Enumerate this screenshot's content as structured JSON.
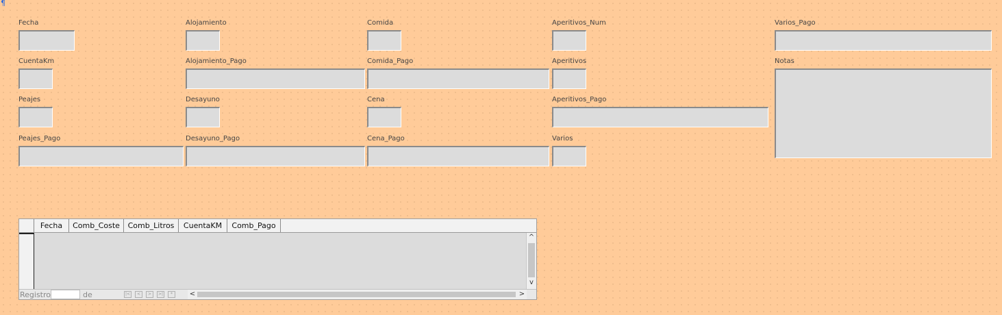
{
  "form": {
    "fields": {
      "fecha": {
        "label": "Fecha",
        "value": ""
      },
      "alojamiento": {
        "label": "Alojamiento",
        "value": ""
      },
      "comida": {
        "label": "Comida",
        "value": ""
      },
      "aperitivos_num": {
        "label": "Aperitivos_Num",
        "value": ""
      },
      "varios_pago": {
        "label": "Varios_Pago",
        "value": ""
      },
      "cuentakm": {
        "label": "CuentaKm",
        "value": ""
      },
      "alojamiento_pago": {
        "label": "Alojamiento_Pago",
        "value": ""
      },
      "comida_pago": {
        "label": "Comida_Pago",
        "value": ""
      },
      "aperitivos": {
        "label": "Aperitivos",
        "value": ""
      },
      "notas": {
        "label": "Notas",
        "value": ""
      },
      "peajes": {
        "label": "Peajes",
        "value": ""
      },
      "desayuno": {
        "label": "Desayuno",
        "value": ""
      },
      "cena": {
        "label": "Cena",
        "value": ""
      },
      "aperitivos_pago": {
        "label": "Aperitivos_Pago",
        "value": ""
      },
      "peajes_pago": {
        "label": "Peajes_Pago",
        "value": ""
      },
      "desayuno_pago": {
        "label": "Desayuno_Pago",
        "value": ""
      },
      "cena_pago": {
        "label": "Cena_Pago",
        "value": ""
      },
      "varios": {
        "label": "Varios",
        "value": ""
      }
    }
  },
  "grid": {
    "columns": [
      "Fecha",
      "Comb_Coste",
      "Comb_Litros",
      "CuentaKM",
      "Comb_Pago"
    ],
    "navigation": {
      "record_label": "Registro",
      "record_value": "",
      "of_label": "de"
    },
    "nav_buttons": [
      "first-record",
      "previous-record",
      "next-record",
      "last-record",
      "new-record"
    ]
  },
  "icons": {
    "paragraph_mark": "¶",
    "scroll_up": "^",
    "scroll_down": "v",
    "scroll_left": "<",
    "scroll_right": ">"
  },
  "colors": {
    "background": "#ffcb99",
    "field_fill": "#dcdcdc",
    "paragraph_mark": "#3a6fd8"
  }
}
